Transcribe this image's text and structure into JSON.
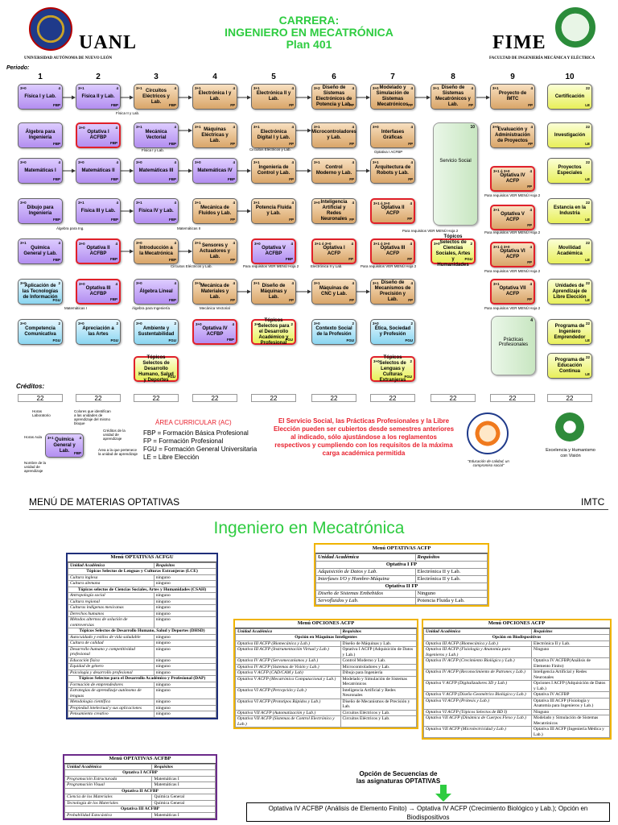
{
  "header": {
    "l1": "CARRERA:",
    "l2": "INGENIERO EN MECATRÓNICA",
    "l3": "Plan 401"
  },
  "logos": {
    "left_name": "UANL",
    "left_sub": "UNIVERSIDAD AUTÓNOMA DE NUEVO LEÓN",
    "right_name": "FIME",
    "right_sub": "FACULTAD DE INGENIERÍA MECÁNICA Y ELÉCTRICA"
  },
  "periodo_label": "Periodo:",
  "periods": [
    "1",
    "2",
    "3",
    "4",
    "5",
    "6",
    "7",
    "8",
    "9",
    "10"
  ],
  "courses": [
    {
      "id": "c1",
      "t": "Física I y Lab.",
      "hc": "3+0",
      "cr": "4",
      "ac": "FBP",
      "type": "fbp"
    },
    {
      "id": "c2",
      "t": "Álgebra para Ingeniería",
      "hc": "",
      "cr": "",
      "ac": "FBP",
      "type": "fbp"
    },
    {
      "id": "c3",
      "t": "Matemáticas I",
      "hc": "3+0",
      "cr": "4",
      "ac": "FBP",
      "type": "fbp"
    },
    {
      "id": "c4",
      "t": "Dibujo para Ingeniería",
      "hc": "3+0",
      "cr": "",
      "ac": "FBP",
      "type": "fbp"
    },
    {
      "id": "c5",
      "t": "Química General y Lab.",
      "hc": "3+1",
      "cr": "4",
      "ac": "FBP",
      "type": "fbp"
    },
    {
      "id": "c6",
      "t": "Aplicación de las Tecnologías de Información",
      "hc": "3+0",
      "cr": "2",
      "ac": "FGU",
      "type": "fgu"
    },
    {
      "id": "c7",
      "t": "Competencia Comunicativa",
      "hc": "3+0",
      "cr": "2",
      "ac": "FGU",
      "type": "fgu"
    },
    {
      "id": "c8",
      "t": "Física II y Lab.",
      "hc": "3+1",
      "cr": "4",
      "ac": "FBP",
      "type": "fbp"
    },
    {
      "id": "c9",
      "t": "Optativa I ACFBP",
      "hc": "3+0",
      "cr": "4",
      "ac": "FBP",
      "type": "fbp",
      "red": true
    },
    {
      "id": "c10",
      "t": "Matemáticas II",
      "hc": "3+0",
      "cr": "4",
      "ac": "FBP",
      "type": "fbp"
    },
    {
      "id": "c11",
      "t": "Física III y Lab.",
      "hc": "3+1",
      "cr": "4",
      "ac": "FBP",
      "type": "fbp"
    },
    {
      "id": "c12",
      "t": "Optativa II ACFBP",
      "hc": "3+0",
      "cr": "4",
      "ac": "FBP",
      "type": "fbp",
      "red": true
    },
    {
      "id": "c13",
      "t": "Optativa III ACFBP",
      "hc": "3+0",
      "cr": "4",
      "ac": "FBP",
      "type": "fbp",
      "red": true
    },
    {
      "id": "c14",
      "t": "Apreciación a las Artes",
      "hc": "3+0",
      "cr": "2",
      "ac": "FGU",
      "type": "fgu"
    },
    {
      "id": "c15",
      "t": "Circuitos Eléctricos y Lab.",
      "hc": "3+1",
      "cr": "4",
      "ac": "FBP",
      "type": "fp"
    },
    {
      "id": "c16",
      "t": "Mecánica Vectorial",
      "hc": "3+1",
      "cr": "4",
      "ac": "FBP",
      "type": "fbp"
    },
    {
      "id": "c17",
      "t": "Matemáticas III",
      "hc": "3+0",
      "cr": "4",
      "ac": "FBP",
      "type": "fbp"
    },
    {
      "id": "c18",
      "t": "Física IV y Lab.",
      "hc": "3+1",
      "cr": "4",
      "ac": "FBP",
      "type": "fbp"
    },
    {
      "id": "c19",
      "t": "Introducción a la Mecatrónica",
      "hc": "3+0",
      "cr": "4",
      "ac": "FBP",
      "type": "fp"
    },
    {
      "id": "c20",
      "t": "Álgebra Lineal",
      "hc": "3+0",
      "cr": "4",
      "ac": "FBP",
      "type": "fbp"
    },
    {
      "id": "c21",
      "t": "Ambiente y Sustentabilidad",
      "hc": "3+0",
      "cr": "2",
      "ac": "FGU",
      "type": "fgu"
    },
    {
      "id": "c22",
      "t": "Tópicos Selectos de Desarrollo Humano, Salud y Deportes",
      "hc": "",
      "cr": "",
      "ac": "FGU",
      "type": "le",
      "red": true
    },
    {
      "id": "c23",
      "t": "Electrónica I y Lab.",
      "hc": "3+1",
      "cr": "4",
      "ac": "FP",
      "type": "fp"
    },
    {
      "id": "c24",
      "t": "Máquinas Eléctricas y Lab.",
      "hc": "3+1",
      "cr": "4",
      "ac": "FP",
      "type": "fp"
    },
    {
      "id": "c25",
      "t": "Matemáticas IV",
      "hc": "3+0",
      "cr": "4",
      "ac": "FBP",
      "type": "fbp"
    },
    {
      "id": "c26",
      "t": "Mecánica de Fluidos y Lab.",
      "hc": "3+1",
      "cr": "4",
      "ac": "FP",
      "type": "fp"
    },
    {
      "id": "c27",
      "t": "Sensores y Actuadores y Lab.",
      "hc": "3+1",
      "cr": "4",
      "ac": "FP",
      "type": "fp"
    },
    {
      "id": "c28",
      "t": "Mecánica de Materiales y Lab.",
      "hc": "3+1",
      "cr": "4",
      "ac": "FP",
      "type": "fp"
    },
    {
      "id": "c29",
      "t": "Optativa IV ACFBP",
      "hc": "3+0",
      "cr": "4",
      "ac": "FBP",
      "type": "fbp",
      "red": true
    },
    {
      "id": "c30",
      "t": "Electrónica II y Lab.",
      "hc": "3+1",
      "cr": "4",
      "ac": "FP",
      "type": "fp"
    },
    {
      "id": "c31",
      "t": "Electrónica Digital I y Lab.",
      "hc": "3+1",
      "cr": "4",
      "ac": "FP",
      "type": "fp"
    },
    {
      "id": "c32",
      "t": "Ingeniería de Control y Lab.",
      "hc": "3+1",
      "cr": "4",
      "ac": "FP",
      "type": "fp"
    },
    {
      "id": "c33",
      "t": "Potencia Fluida y Lab.",
      "hc": "3+1",
      "cr": "4",
      "ac": "FP",
      "type": "fp"
    },
    {
      "id": "c34",
      "t": "Optativa V ACFBP",
      "hc": "3+0",
      "cr": "4",
      "ac": "FBP",
      "type": "fbp",
      "red": true
    },
    {
      "id": "c35",
      "t": "Diseño de Máquinas y Lab.",
      "hc": "3+1",
      "cr": "4",
      "ac": "FP",
      "type": "fp"
    },
    {
      "id": "c36",
      "t": "Tópicos Selectos para el Desarrollo Académico y Profesional",
      "hc": "3+0",
      "cr": "2",
      "ac": "FGU",
      "type": "le",
      "red": true
    },
    {
      "id": "c37",
      "t": "Diseño de Sistemas Electrónicos de Potencia y Lab.",
      "hc": "3+2",
      "cr": "4",
      "ac": "FP",
      "type": "fp"
    },
    {
      "id": "c38",
      "t": "Microcontroladores y Lab.",
      "hc": "3+1",
      "cr": "4",
      "ac": "FP",
      "type": "fp"
    },
    {
      "id": "c39",
      "t": "Control Moderno y Lab.",
      "hc": "3+1",
      "cr": "4",
      "ac": "FP",
      "type": "fp"
    },
    {
      "id": "c40",
      "t": "Inteligencia Artificial y Redes Neuronales",
      "hc": "3+0",
      "cr": "4",
      "ac": "FP",
      "type": "fp"
    },
    {
      "id": "c41",
      "t": "Optativa I ACFP",
      "hc": "3+1 ó 3+0",
      "cr": "4",
      "ac": "FP",
      "type": "fp",
      "red": true
    },
    {
      "id": "c42",
      "t": "Máquinas de CNC y Lab.",
      "hc": "3+1",
      "cr": "4",
      "ac": "FP",
      "type": "fp"
    },
    {
      "id": "c43",
      "t": "Contexto Social de la Profesión",
      "hc": "3+0",
      "cr": "2",
      "ac": "FGU",
      "type": "fgu"
    },
    {
      "id": "c44",
      "t": "Modelado y Simulación de Sistemas Mecatrónicos",
      "hc": "3+0",
      "cr": "4",
      "ac": "FP",
      "type": "fp"
    },
    {
      "id": "c45",
      "t": "Interfases Gráficas",
      "hc": "3+0",
      "cr": "4",
      "ac": "FP",
      "type": "fp"
    },
    {
      "id": "c46",
      "t": "Arquitectura de Robots y Lab.",
      "hc": "3+1",
      "cr": "4",
      "ac": "FP",
      "type": "fp"
    },
    {
      "id": "c47",
      "t": "Optativa II ACFP",
      "hc": "3+1 ó 3+0",
      "cr": "4",
      "ac": "FP",
      "type": "fp",
      "red": true
    },
    {
      "id": "c48",
      "t": "Optativa III ACFP",
      "hc": "3+1 ó 3+0",
      "cr": "4",
      "ac": "FP",
      "type": "fp",
      "red": true
    },
    {
      "id": "c49",
      "t": "Diseño de Mecanismos de Precisión y Lab.",
      "hc": "3+1",
      "cr": "4",
      "ac": "FP",
      "type": "fp"
    },
    {
      "id": "c50",
      "t": "Ética, Sociedad y Profesión",
      "hc": "3+0",
      "cr": "2",
      "ac": "FGU",
      "type": "fgu"
    },
    {
      "id": "c51",
      "t": "Tópicos Selectos de Lenguas y Culturas Extranjeras",
      "hc": "3+0",
      "cr": "2",
      "ac": "FGU",
      "type": "le",
      "red": true
    },
    {
      "id": "c52",
      "t": "Diseño de Sistemas Mecatrónicos y Lab.",
      "hc": "3+1",
      "cr": "4",
      "ac": "FP",
      "type": "fp"
    },
    {
      "id": "c53",
      "t": "Tópicos Selectos de Ciencias Sociales, Artes y Humanidades",
      "hc": "3+0",
      "cr": "2",
      "ac": "FGU",
      "type": "le",
      "red": true
    },
    {
      "id": "c54",
      "t": "Proyecto de IMTC",
      "hc": "3+1",
      "cr": "4",
      "ac": "FP",
      "type": "fp"
    },
    {
      "id": "c55",
      "t": "Evaluación y Administración de Proyectos",
      "hc": "3+0",
      "cr": "4",
      "ac": "FP",
      "type": "fp"
    },
    {
      "id": "c56",
      "t": "Optativa IV ACFP",
      "hc": "3+1 ó 3+0",
      "cr": "4",
      "ac": "FP",
      "type": "fp",
      "red": true
    },
    {
      "id": "c57",
      "t": "Optativa V ACFP",
      "hc": "3+1",
      "cr": "4",
      "ac": "FP",
      "type": "fp",
      "red": true
    },
    {
      "id": "c58",
      "t": "Optativa VI ACFP",
      "hc": "3+1 ó 3+0",
      "cr": "4",
      "ac": "FP",
      "type": "fp",
      "red": true
    },
    {
      "id": "c59",
      "t": "Optativa VII ACFP",
      "hc": "3+1",
      "cr": "4",
      "ac": "FP",
      "type": "fp",
      "red": true
    },
    {
      "id": "c60",
      "t": "Certificación",
      "hc": "",
      "cr": "22",
      "ac": "LE",
      "type": "le"
    },
    {
      "id": "c61",
      "t": "Investigación",
      "hc": "",
      "cr": "22",
      "ac": "LE",
      "type": "le"
    },
    {
      "id": "c62",
      "t": "Proyectos Especiales",
      "hc": "",
      "cr": "22",
      "ac": "LE",
      "type": "le"
    },
    {
      "id": "c63",
      "t": "Estancia en la Industria",
      "hc": "",
      "cr": "22",
      "ac": "LE",
      "type": "le"
    },
    {
      "id": "c64",
      "t": "Movilidad Académica",
      "hc": "",
      "cr": "22",
      "ac": "LE",
      "type": "le"
    },
    {
      "id": "c65",
      "t": "Unidades de Aprendizaje de Libre Elección",
      "hc": "",
      "cr": "22",
      "ac": "LE",
      "type": "le"
    },
    {
      "id": "c66",
      "t": "Programa de Ingeniero Emprendedor",
      "hc": "",
      "cr": "22",
      "ac": "LE",
      "type": "le"
    },
    {
      "id": "c67",
      "t": "Programa de Educación Continua",
      "hc": "",
      "cr": "22",
      "ac": "LE",
      "type": "le"
    }
  ],
  "servicio": {
    "t": "Servicio Social",
    "cr": "10"
  },
  "practicas": {
    "t": "Prácticas Profesionales",
    "cr": "4"
  },
  "notes": {
    "n1": "Física II y Lab.",
    "n2": "Física I y Lab.",
    "n3": "Circuitos Eléctricos y Lab.",
    "n4": "Optativa I ACFBP",
    "n5": "Álgebra para Ing.",
    "n6": "Matemáticas II",
    "n7": "Circuitos Eléctricos y Lab.",
    "n8": "Para requisitos VER MENÚ Hoja 2",
    "n9": "Electrónica II y Lab.",
    "n10": "Matemáticas I",
    "n11": "Álgebra para Ingeniería",
    "n12": "Mecánica Vectorial",
    "n13": "Para requisitos VER MENÚ Hoja 2",
    "n14": "Para requisitos VER MENÚ Hoja 2",
    "n15": "Para requisitos VER MENÚ Hoja 2",
    "n16": "Para requisitos VER MENÚ Hoja 2",
    "n17": "Para requisitos VER MENÚ Hoja 2",
    "n18": "Para requisitos VER MENÚ Hoja 2"
  },
  "creditos_label": "Créditos:",
  "credits": [
    "22",
    "22",
    "22",
    "22",
    "22",
    "22",
    "22",
    "22",
    "22",
    "22"
  ],
  "legend_diagram": {
    "box": "Química General y Lab.",
    "l_horas_lab": "Horas Laboratorio",
    "l_colores": "Colores que identifican a las unidades de aprendizaje del mismo bloque",
    "l_horas_aula": "Horas Aula",
    "l_creditos": "Créditos de la unidad de aprendizaje",
    "l_area": "Área a la que pertenece la unidad de aprendizaje",
    "l_nombre": "Nombre de la unidad de aprendizaje",
    "hc": "3+1",
    "cr": "4",
    "ac": "FBP"
  },
  "legend": {
    "title": "ÁREA CURRICULAR (AC)",
    "items": [
      "FBP = Formación Básica Profesional",
      "FP = Formación Profesional",
      "FGU = Formación General Universitaria",
      "LE = Libre Elección"
    ]
  },
  "social_note": "El Servicio Social, las Prácticas Profesionales y la Libre Elección pueden ser cubiertos desde semestres anteriores al indicado, sólo ajustándose a los reglamentos respectivos y cumpliendo con los requisitos de la máxima carga académica permitida",
  "seal_text": "\"Educación de calidad, un compromiso social\"",
  "motto": "Excelencia y Humanismo con Visión",
  "menu_header": "MENÚ DE MATERIAS OPTATIVAS",
  "imtc": "IMTC",
  "big_title": "Ingeniero en Mecatrónica",
  "acfgu": {
    "title": "Menú OPTATIVAS ACFGU",
    "h1": "Unidad Académica",
    "h2": "Requisitos",
    "rows": [
      [
        "sec",
        "Tópicos Selectos de Lenguas y Culturas Extranjeras (LCE)",
        ""
      ],
      [
        "",
        "Cultura inglesa",
        "ninguno"
      ],
      [
        "",
        "Cultura alemana",
        "ninguno"
      ],
      [
        "sec",
        "Tópicos selectos de Ciencias Sociales, Artes y Humanidades (CSAH)",
        ""
      ],
      [
        "",
        "Antropología social",
        "ninguno"
      ],
      [
        "",
        "Cultura regional",
        "ninguno"
      ],
      [
        "",
        "Culturas indígenas mexicanas",
        "ninguno"
      ],
      [
        "",
        "Derechos humanos",
        "ninguno"
      ],
      [
        "",
        "Métodos alternos de solución de controversias",
        "ninguno"
      ],
      [
        "sec",
        "Tópicos Selectos de Desarrollo Humano, Salud y Deportes (DHSD)",
        ""
      ],
      [
        "",
        "Autocuidado y estilos de vida saludable",
        "ninguno"
      ],
      [
        "",
        "Cultura de calidad",
        "ninguno"
      ],
      [
        "",
        "Desarrollo humano y competitividad profesional",
        "ninguno"
      ],
      [
        "",
        "Educación física",
        "ninguno"
      ],
      [
        "",
        "Equidad de género",
        "ninguno"
      ],
      [
        "",
        "Psicología y desarrollo profesional",
        "ninguno"
      ],
      [
        "sec",
        "Tópicos Selectos para el Desarrollo Académico y Profesional (DAP)",
        ""
      ],
      [
        "",
        "Formación de emprendedores",
        "ninguno"
      ],
      [
        "",
        "Estrategias de aprendizaje autónomo de lenguas",
        "ninguno"
      ],
      [
        "",
        "Metodología científica",
        "ninguno"
      ],
      [
        "",
        "Propiedad intelectual y sus aplicaciones",
        "ninguno"
      ],
      [
        "",
        "Pensamiento creativo",
        "ninguno"
      ]
    ]
  },
  "acfbp": {
    "title": "Menú OPTATIVAS ACFBP",
    "h1": "Unidad Académica",
    "h2": "Requisitos",
    "rows": [
      [
        "sec",
        "Optativa I ACFBP",
        ""
      ],
      [
        "",
        "Programación Estructurada",
        "Matemáticas I"
      ],
      [
        "",
        "Programación Visual",
        "Matemáticas I"
      ],
      [
        "sec",
        "Optativa II ACFBP",
        ""
      ],
      [
        "",
        "Ciencia de los Materiales",
        "Química General"
      ],
      [
        "",
        "Tecnología de los Materiales",
        "Química General"
      ],
      [
        "sec",
        "Optativa III ACFBP",
        ""
      ],
      [
        "",
        "Probabilidad Estocástica",
        "Matemáticas I"
      ]
    ]
  },
  "acfp": {
    "title": "Menú OPTATIVAS ACFP",
    "h1": "Unidad Académica",
    "h2": "Requisitos",
    "rows": [
      [
        "sec",
        "Optativa I FP",
        ""
      ],
      [
        "",
        "Adquisición de Datos y Lab.",
        "Electrónica II y Lab."
      ],
      [
        "",
        "Interfases I/O y Hombre-Máquina",
        "Electrónica II y Lab."
      ],
      [
        "sec",
        "Optativa II FP",
        ""
      ],
      [
        "",
        "Diseño de Sistemas Embebidos",
        "Ninguno"
      ],
      [
        "",
        "Servofluidos y Lab.",
        "Potencia Fluida y Lab."
      ]
    ]
  },
  "opciones1": {
    "title": "Menú OPCIONES ACFP",
    "h1": "Unidad Académica",
    "h2": "Requisitos",
    "rows": [
      [
        "sec",
        "Opción en Máquinas Inteligentes",
        ""
      ],
      [
        "",
        "Optativa III ACFP (Biomecánica y Lab.)",
        "Diseño de Máquinas y Lab."
      ],
      [
        "",
        "Optativa III ACFP (Instrumentación Virtual y Lab.)",
        "Optativa I ACFP (Adquisición de Datos y Lab.)"
      ],
      [
        "",
        "Optativa IV ACFP (Servomecanismos y Lab.)",
        "Control Moderno y Lab."
      ],
      [
        "",
        "Optativa IV ACFP (Sistemas de Visión y Lab.)",
        "Microcontroladores y Lab."
      ],
      [
        "",
        "Optativa V ACFP (CAD/CAM y Lab)",
        "Dibujo para Ingeniería"
      ],
      [
        "",
        "Optativa V ACFP (Mecatrónica Computacional y Lab.)",
        "Modelado y Simulación de Sistemas Mecatrónicos"
      ],
      [
        "",
        "Optativa VI ACFP (Percepción y Lab.)",
        "Inteligencia Artificial y Redes Neuronales"
      ],
      [
        "",
        "Optativa VI ACFP (Prototipos Rápidos y Lab.)",
        "Diseño de Mecanismos de Precisión y Lab."
      ],
      [
        "",
        "Optativa VII ACFP (Automatización y Lab.)",
        "Circuitos Eléctricos y Lab."
      ],
      [
        "",
        "Optativa VII ACFP (Sistemas de Control Electrónico y Lab.)",
        "Circuitos Eléctricos y Lab."
      ]
    ]
  },
  "opciones2": {
    "title": "Menú OPCIONES ACFP",
    "h1": "Unidad Académica",
    "h2": "Requisitos",
    "rows": [
      [
        "sec",
        "Opción en Biodispositivos",
        ""
      ],
      [
        "",
        "Optativa III ACFP (Biomecánica y Lab.)",
        "Electrónica II y Lab."
      ],
      [
        "",
        "Optativa III ACFP (Fisiología y Anatomía para Ingenieros y Lab.)",
        "Ninguno"
      ],
      [
        "",
        "Optativa IV ACFP (Crecimiento Biológico y Lab.)",
        "Optativa IV ACFBP(Análisis de Elemento Finito)"
      ],
      [
        "",
        "Optativa IV ACFP (Reconocimiento de Patrones y Lab.)",
        "Inteligencia Artificial y Redes Neuronales"
      ],
      [
        "",
        "Optativa V ACFP (Digitalizadores 3D y Lab.)",
        "Opciones I ACFP (Adquisición de Datos y Lab.)"
      ],
      [
        "",
        "Optativa V ACFP (Diseño Geométrico Biológico y Lab.)",
        "Optativa IV ACFBP"
      ],
      [
        "",
        "Optativa VI ACFP (Prótesis y Lab.)",
        "Optativa III ACFP (Fisiología y Anatomía para Ingenieros y Lab.)"
      ],
      [
        "",
        "Optativa VI ACFP (Tópicos Selectos de BD I)",
        "Ninguno"
      ],
      [
        "",
        "Optativa VII ACFP (Dinámica de Cuerpos Flexo y Lab.)",
        "Modelado y Simulación de Sistemas Mecatrónicos"
      ],
      [
        "",
        "Optativa VII ACFP (Microlectricidad y Lab.)",
        "Optativa III ACFP (Ingeniería Médica y Lab.)"
      ]
    ]
  },
  "seq_title": "Opción de Secuencias de las asignaturas OPTATIVAS",
  "seq_text": "Optativa IV ACFBP (Análisis de Elemento Finito) → Optativa IV ACFP (Crecimiento Biológico y Lab.); Opción en Biodispositivos",
  "colors": {
    "green": "#2ecc40",
    "red": "#e8212e",
    "fbp": "#b38ef0",
    "fp": "#d9a569",
    "fgu": "#8ad5f0",
    "le": "#e8ef5a"
  }
}
